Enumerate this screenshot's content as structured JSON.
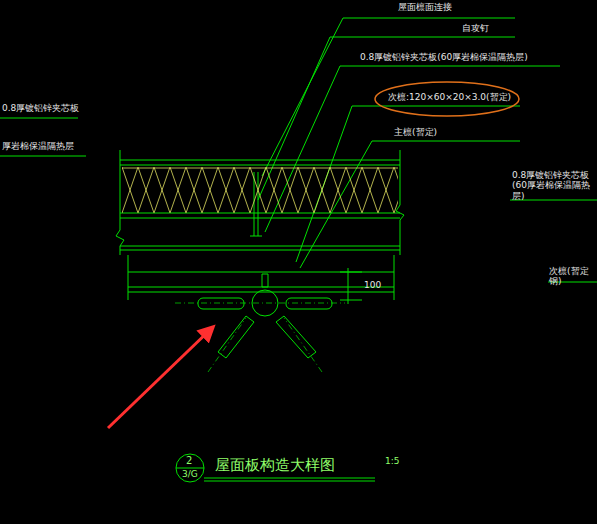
{
  "diagram": {
    "title": "屋面板构造大样图",
    "labels": [
      "屋面檩面连接",
      "自攻钉",
      "0.8厚镀铝锌夹芯板(60厚岩棉保温隔热层)",
      "次檩:120×60×20×3.0(暂定)",
      "主檩(暂定)",
      "0.8厚镀铝锌夹芯板",
      "厚岩棉保温隔热层",
      "0.8厚镀铝锌夹芯板(60厚岩棉保温隔热层)",
      "次檩(暂定钢)",
      "100",
      "2",
      "3/G",
      "1:5"
    ]
  }
}
